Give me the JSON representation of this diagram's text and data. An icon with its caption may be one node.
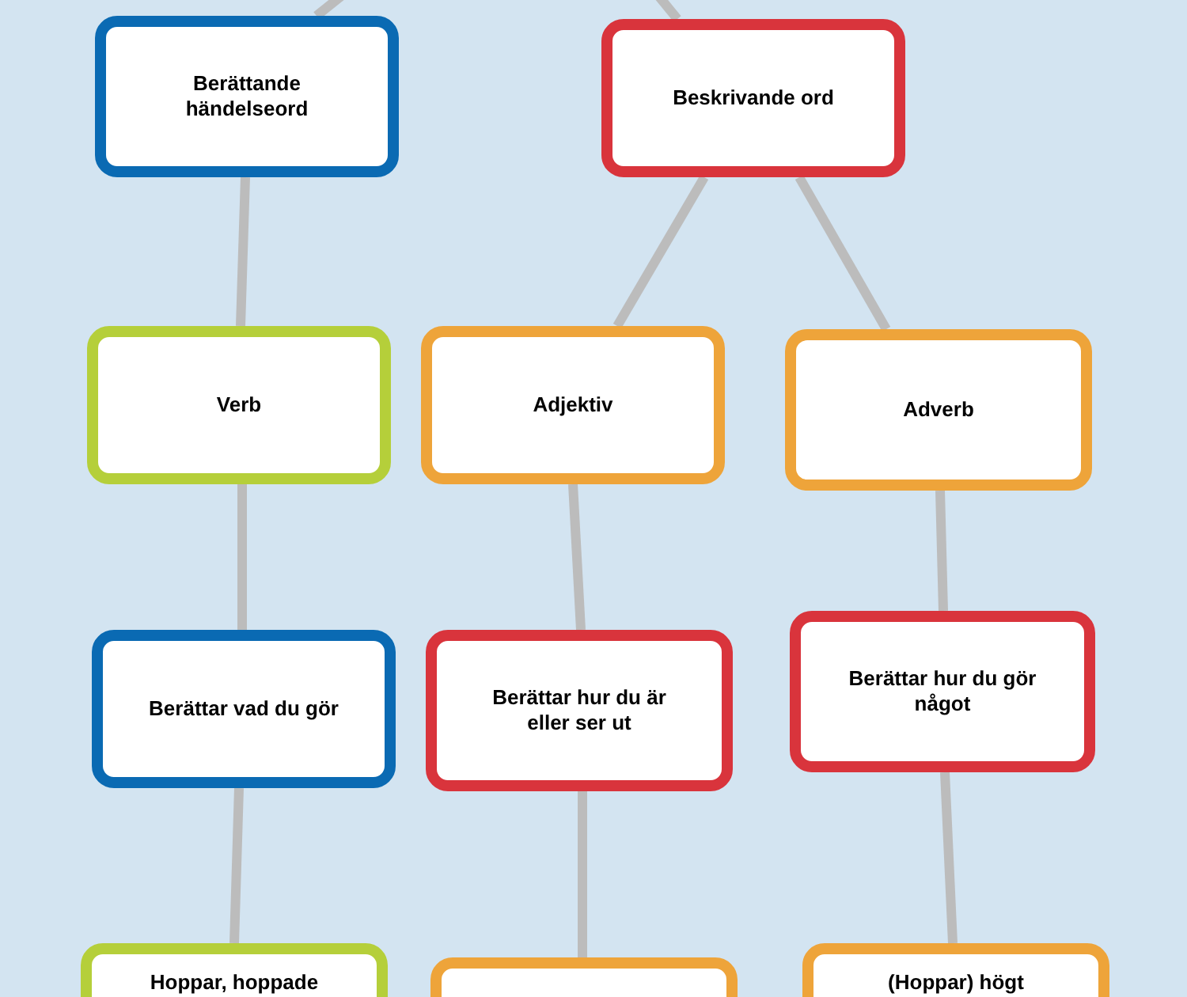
{
  "diagram": {
    "nodes": [
      {
        "text": [
          "Berättande händelseord"
        ]
      },
      {
        "text": [
          "Beskrivande ord"
        ]
      },
      {
        "text": [
          "Verb"
        ]
      },
      {
        "text": [
          "Adjektiv"
        ]
      },
      {
        "text": [
          "Adverb"
        ]
      },
      {
        "text": [
          "Berättar vad du gör"
        ]
      },
      {
        "text": [
          "Berättar hur du är eller ser ut"
        ]
      },
      {
        "text": [
          "Berättar hur du gör något"
        ]
      },
      {
        "text": [
          "Hoppar, hoppade"
        ]
      },
      {
        "text": [],
        "shape": "box"
      },
      {
        "text": [
          "(Hoppar) högt"
        ]
      }
    ],
    "edges": [
      {
        "from": null,
        "to": 0,
        "arrow": "none"
      },
      {
        "from": null,
        "to": 1,
        "arrow": "none"
      },
      {
        "from": 0,
        "to": 2,
        "arrow": "none"
      },
      {
        "from": 1,
        "to": 3,
        "arrow": "none"
      },
      {
        "from": 1,
        "to": 4,
        "arrow": "none"
      },
      {
        "from": 2,
        "to": 5,
        "arrow": "none"
      },
      {
        "from": 3,
        "to": 6,
        "arrow": "none"
      },
      {
        "from": 4,
        "to": 7,
        "arrow": "none"
      },
      {
        "from": 5,
        "to": 8,
        "arrow": "none"
      },
      {
        "from": 6,
        "to": 9,
        "arrow": "none"
      },
      {
        "from": 7,
        "to": 10,
        "arrow": "none"
      }
    ]
  }
}
